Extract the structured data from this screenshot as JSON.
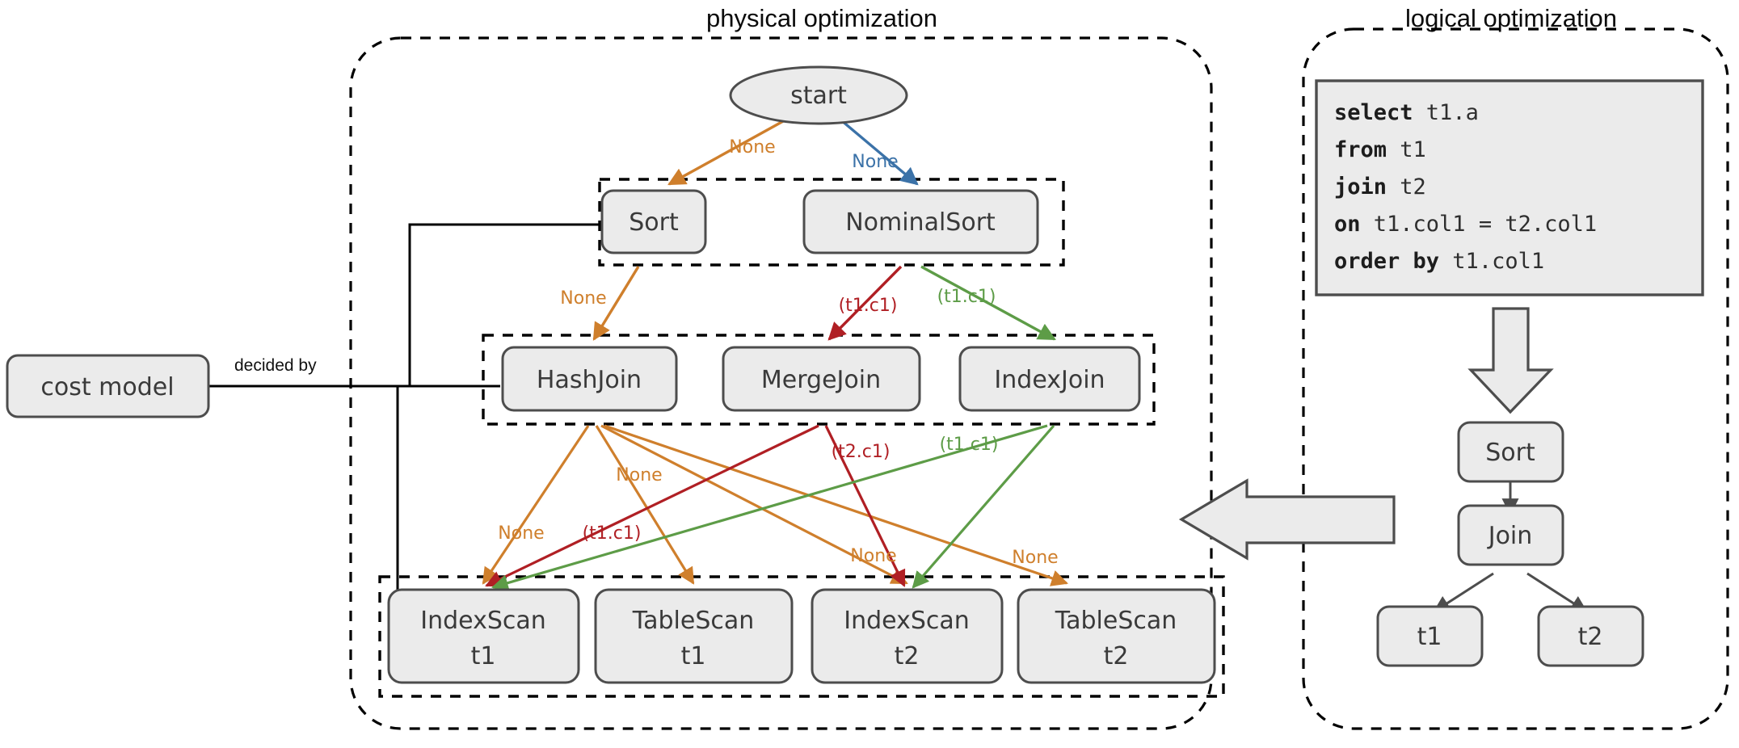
{
  "titles": {
    "physical": "physical optimization",
    "logical": "logical optimization"
  },
  "cost_model": {
    "label": "cost model",
    "edge_label": "decided by"
  },
  "colors": {
    "orange": "#cf7f2c",
    "blue": "#3b72a8",
    "red": "#b01f24",
    "green": "#5d9c47",
    "node_fill": "#ebebeb",
    "node_stroke": "#4d4d4d",
    "container_stroke": "#000000",
    "text": "#3a3a3a"
  },
  "physical": {
    "start_node": "start",
    "level1": [
      "Sort",
      "NominalSort"
    ],
    "level2": [
      "HashJoin",
      "MergeJoin",
      "IndexJoin"
    ],
    "level3": [
      {
        "line1": "IndexScan",
        "line2": "t1"
      },
      {
        "line1": "TableScan",
        "line2": "t1"
      },
      {
        "line1": "IndexScan",
        "line2": "t2"
      },
      {
        "line1": "TableScan",
        "line2": "t2"
      }
    ],
    "edge_labels": {
      "start_sort": "None",
      "start_nominalsort": "None",
      "sort_hashjoin": "None",
      "nominalsort_mergejoin": "(t1.c1)",
      "nominalsort_indexjoin": "(t1.c1)",
      "hashjoin_indexscan_t1": "None",
      "hashjoin_tablescan_t1": "None",
      "hashjoin_indexscan_t2": "None",
      "hashjoin_tablescan_t2": "None",
      "mergejoin_indexscan_t1": "(t1.c1)",
      "mergejoin_indexscan_t2": "(t2.c1)",
      "indexjoin_indexscan_t1": "(t1.c1)",
      "indexjoin_indexscan_t2": "(t1.c1)"
    }
  },
  "logical": {
    "sql": [
      {
        "kw": "select",
        "rest": " t1.a"
      },
      {
        "kw": "from",
        "rest": " t1"
      },
      {
        "kw": "join",
        "rest": " t2"
      },
      {
        "kw": "on",
        "rest": " t1.col1 = t2.col1"
      },
      {
        "kw": "order by",
        "rest": " t1.col1"
      }
    ],
    "plan": {
      "root": "Sort",
      "join": "Join",
      "left": "t1",
      "right": "t2"
    }
  }
}
